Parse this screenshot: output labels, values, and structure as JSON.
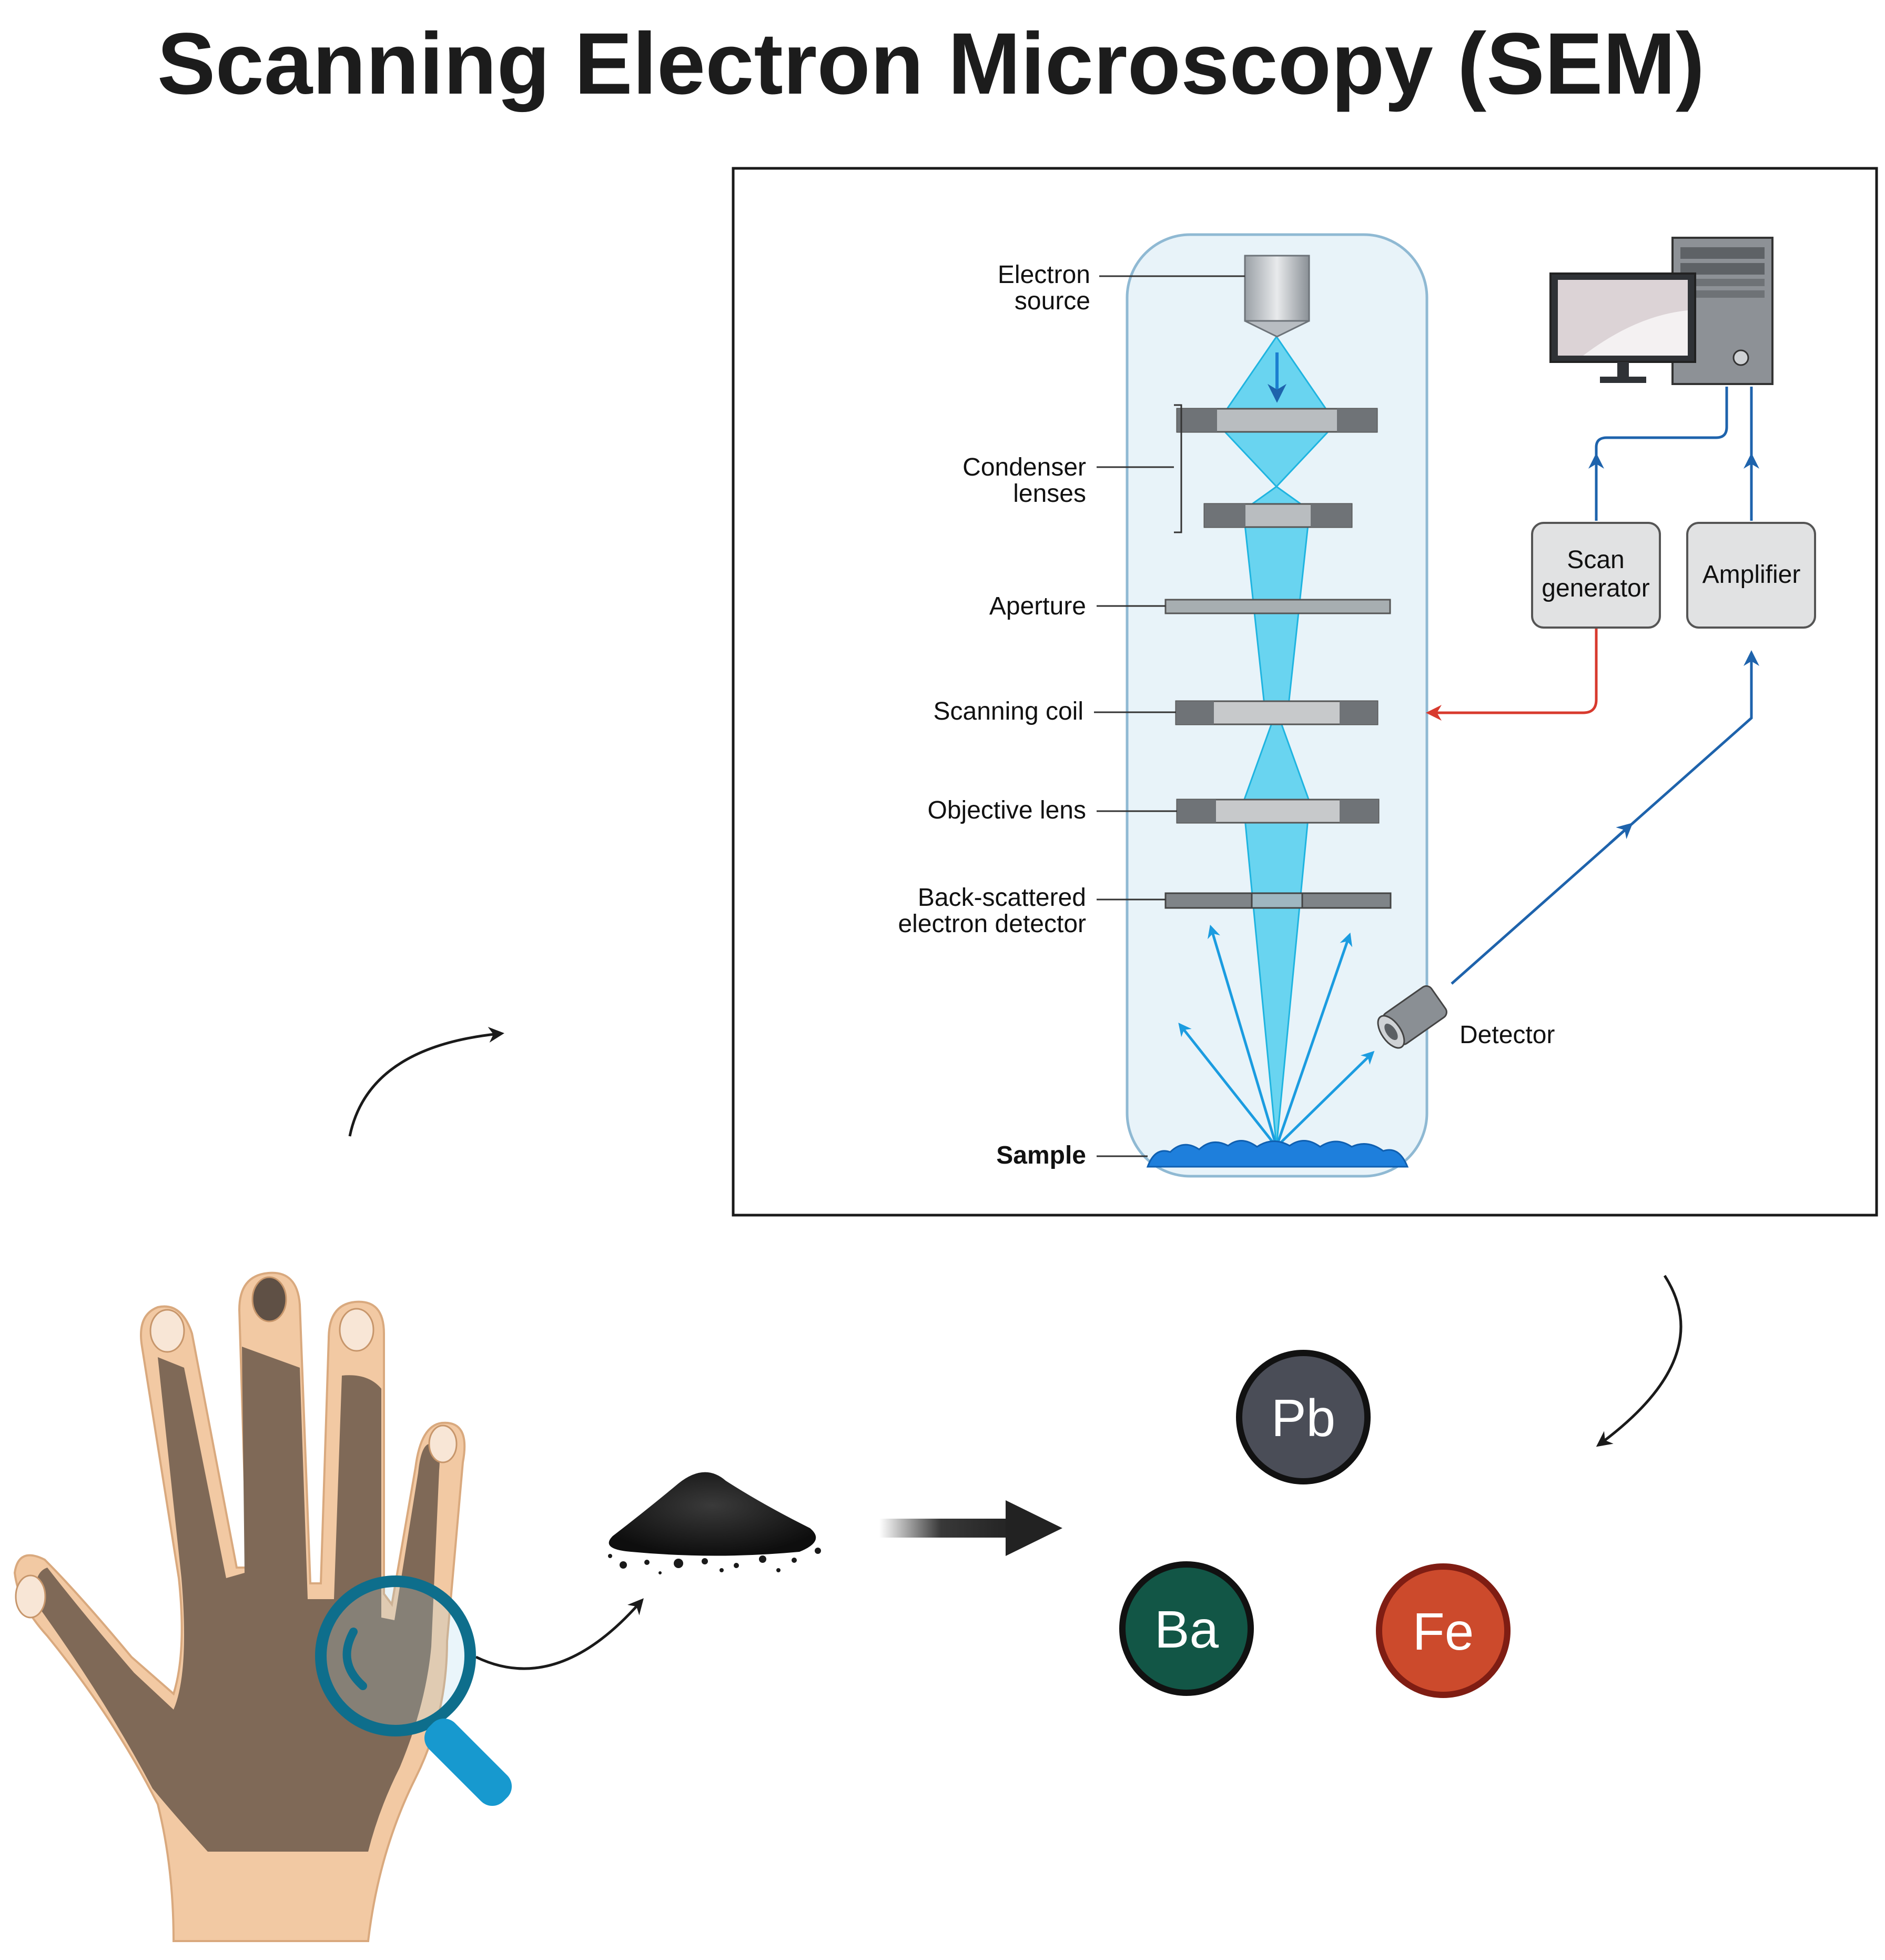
{
  "title": "Scanning Electron Microscopy (SEM)",
  "sem_diagram": {
    "labels": {
      "electron_source_1": "Electron",
      "electron_source_2": "source",
      "condenser_1": "Condenser",
      "condenser_2": "lenses",
      "aperture": "Aperture",
      "scanning_coil": "Scanning coil",
      "objective_lens": "Objective lens",
      "backscatter_1": "Back-scattered",
      "backscatter_2": "electron detector",
      "sample": "Sample",
      "detector": "Detector"
    },
    "boxes": {
      "scan_generator_1": "Scan",
      "scan_generator_2": "generator",
      "amplifier": "Amplifier"
    }
  },
  "elements": [
    {
      "symbol": "Pb",
      "color": "#4a4d57"
    },
    {
      "symbol": "Ba",
      "color": "#125646"
    },
    {
      "symbol": "Fe",
      "color": "#cc4a2c"
    }
  ],
  "colors": {
    "beam": "#38c8ec",
    "column_fill": "#e8f3f9",
    "column_stroke": "#8fb9d3",
    "signal_line": "#1e63ac",
    "scan_line": "#d83a2e",
    "backscatter_arrow": "#1b9ce0",
    "skin": "#f2c9a3",
    "residue": "#7a6553",
    "magnifier": "#0e6e8c"
  }
}
